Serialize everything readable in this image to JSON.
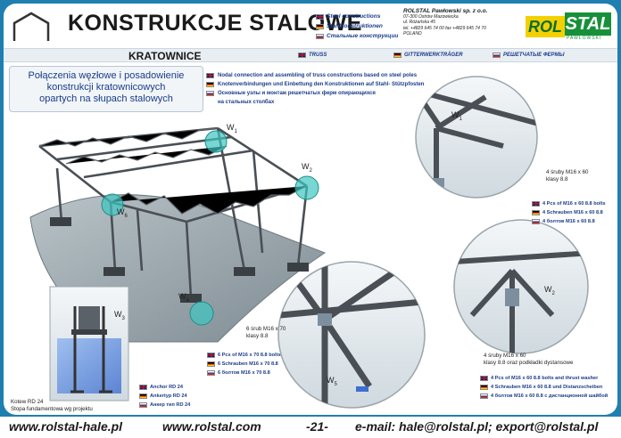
{
  "header": {
    "title": "KONSTRUKCJE STALOWE",
    "languages": [
      {
        "flag": "en",
        "label": "Steel constructions"
      },
      {
        "flag": "de",
        "label": "Stahlkonstruktionen"
      },
      {
        "flag": "ru",
        "label": "Стальные конструкции"
      }
    ],
    "company": {
      "name": "ROLSTAL Pawłowski sp. z o.o.",
      "lines": [
        "07-300 Ostrów Mazowiecka",
        "ul. Różańska 45",
        "tel. +4829 645 74 00  fax +4829 645 74 70",
        "POLAND"
      ]
    },
    "brand": {
      "rol": "ROL",
      "stal": "STAL",
      "sub": "PAWŁOWSKI"
    }
  },
  "subbar": {
    "main": "KRATOWNICE",
    "items": [
      {
        "flag": "en",
        "label": "TRUSS"
      },
      {
        "flag": "de",
        "label": "GITTERWERKTRÄGER"
      },
      {
        "flag": "ru",
        "label": "РЕШЕТЧАТЫЕ ФЕРМЫ"
      }
    ]
  },
  "callout": {
    "lines": [
      "Połączenia węzłowe i posadowienie",
      "konstrukcji kratownicowych",
      "opartych na słupach stalowych"
    ]
  },
  "description": [
    {
      "flag": "en",
      "label": "Nodal connection and assembling of truss constructions based on steel poles"
    },
    {
      "flag": "de",
      "label": "Knotenverbindungen und Einbettung den Konstruktionen auf Stahl- Stützpfosten"
    },
    {
      "flag": "ru",
      "label": "Основные узлы и монтаж решетчатых ферм опирающихся"
    },
    {
      "flag": "",
      "label": "на стальных столбах"
    }
  ],
  "nodes": {
    "w1": "W",
    "w1sub": "1",
    "w2": "W",
    "w2sub": "2",
    "w3": "W",
    "w3sub": "3",
    "w4": "W",
    "w4sub": "4",
    "w5": "W",
    "w5sub": "5",
    "w6": "W",
    "w6sub": "6"
  },
  "notes": {
    "w1_note": [
      "4 śruby M16 x 60",
      "klasy 8.8"
    ],
    "w1_spec": [
      {
        "flag": "en",
        "label": "4 Pcs of M16 x 60  8.8 bolts"
      },
      {
        "flag": "de",
        "label": "4 Schrauben M16 x 60  8.8"
      },
      {
        "flag": "ru",
        "label": "4 болтов M16 x 60  8.8"
      }
    ],
    "w5_note": [
      "6 śrub M16 x 70",
      "klasy 8.8"
    ],
    "w5_spec": [
      {
        "flag": "en",
        "label": "6 Pcs of M16 x 70  8.8 bolts"
      },
      {
        "flag": "de",
        "label": "6 Schrauben M16 x 70  8.8"
      },
      {
        "flag": "ru",
        "label": "6 болтов M16 x 70  8.8"
      }
    ],
    "w2_note": [
      "4 śruby M16 x 60",
      "klasy 8.8 oraz podkładki dystansowe"
    ],
    "w2_spec": [
      {
        "flag": "en",
        "label": "4 Pcs of M16 x 60  8.8 bolts and thrust washer"
      },
      {
        "flag": "de",
        "label": "4 Schrauben M16 x 60  8.8 und Distanzscheiben"
      },
      {
        "flag": "ru",
        "label": "4 болтов M16 x 60  8.8 с дистанционной шайбой"
      }
    ],
    "w3_note": [
      "Kotew RD 24",
      "Stopa fundamentowa wg projektu"
    ],
    "w3_spec": [
      {
        "flag": "en",
        "label": "Anchor RD 24"
      },
      {
        "flag": "de",
        "label": "Ankertyp RD 24"
      },
      {
        "flag": "ru",
        "label": "Анкер тип RD 24"
      }
    ]
  },
  "footer": {
    "site1": "www.rolstal-hale.pl",
    "site2": "www.rolstal.com",
    "page": "-21-",
    "email": "e-mail: hale@rolstal.pl; export@rolstal.pl"
  },
  "colors": {
    "accent": "#1f7fb0",
    "text_blue": "#1a3c8a",
    "brand_green": "#17903a",
    "brand_yellow": "#f4d000",
    "node_circle": "#3ec6c0"
  }
}
